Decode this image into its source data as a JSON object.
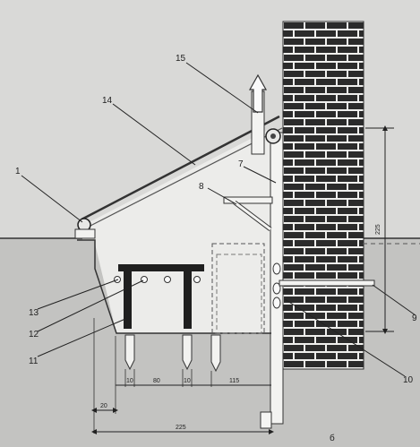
{
  "callouts": {
    "c1": "1",
    "c7": "7",
    "c8": "8",
    "c9": "9",
    "c10": "10",
    "c11": "11",
    "c12": "12",
    "c13": "13",
    "c14": "14",
    "c15": "15"
  },
  "dimensions": {
    "wall_height": "225",
    "bottom_width": "225",
    "w_10_left": "10",
    "w_80": "80",
    "w_10_right": "10",
    "w_115": "115",
    "w_20": "20"
  },
  "figure_letter": "б"
}
